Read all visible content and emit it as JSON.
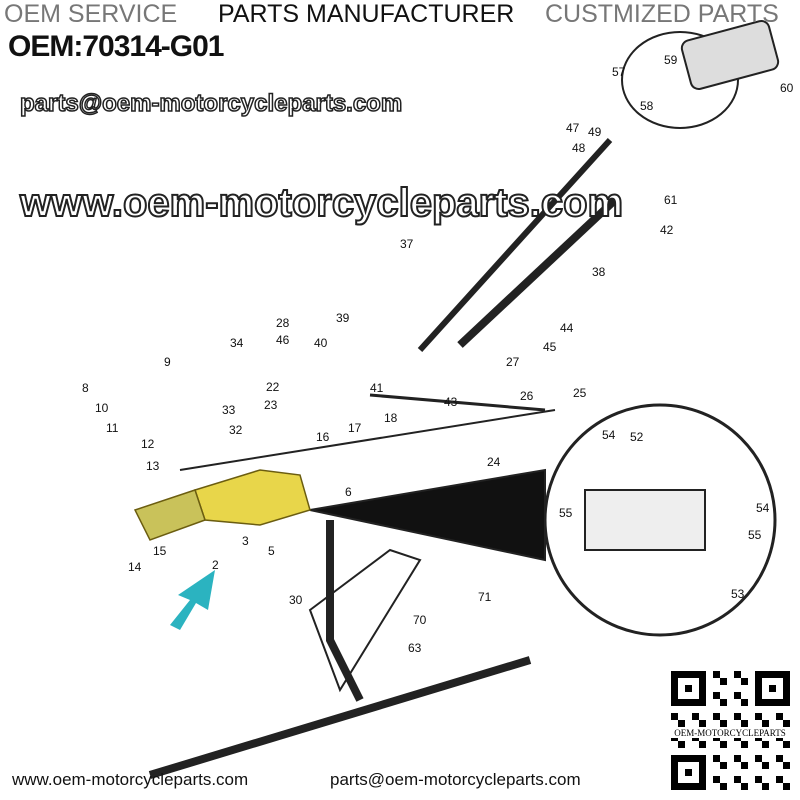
{
  "header": {
    "left": "OEM SERVICE",
    "middle": "PARTS MANUFACTURER",
    "right": "CUSTMIZED PARTS",
    "part_number": "OEM:70314-G01"
  },
  "watermark": {
    "url": "www.oem-motorcycleparts.com",
    "email": "parts@oem-motorcycleparts.com"
  },
  "footer": {
    "url": "www.oem-motorcycleparts.com",
    "email": "parts@oem-motorcycleparts.com"
  },
  "qr": {
    "caption": "OEM-MOTORCYCLEPARTS"
  },
  "colors": {
    "highlight": "#e8d64a",
    "arrow": "#2bb3c0"
  },
  "labels": [
    "60",
    "57",
    "59",
    "58",
    "47",
    "49",
    "48",
    "61",
    "42",
    "37",
    "38",
    "44",
    "45",
    "28",
    "46",
    "39",
    "40",
    "34",
    "41",
    "43",
    "27",
    "26",
    "25",
    "22",
    "23",
    "33",
    "32",
    "16",
    "17",
    "18",
    "24",
    "8",
    "9",
    "10",
    "11",
    "12",
    "13",
    "6",
    "2",
    "3",
    "5",
    "14",
    "15",
    "30",
    "70",
    "71",
    "63",
    "54",
    "52",
    "55",
    "54",
    "55",
    "53"
  ]
}
